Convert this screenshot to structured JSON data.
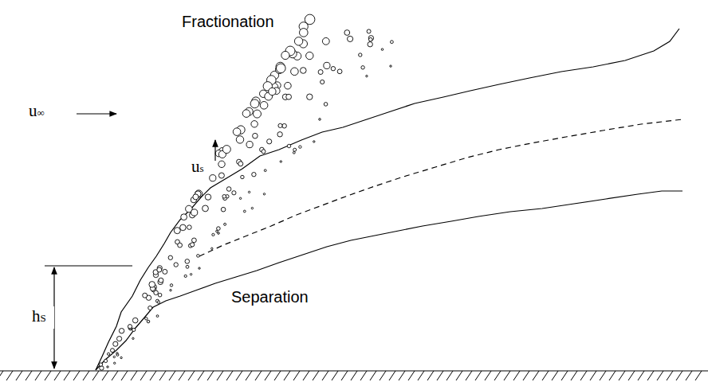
{
  "diagram": {
    "labels": [
      "Fractionation",
      "u∞",
      "us",
      "hS",
      "Separation"
    ]
  }
}
